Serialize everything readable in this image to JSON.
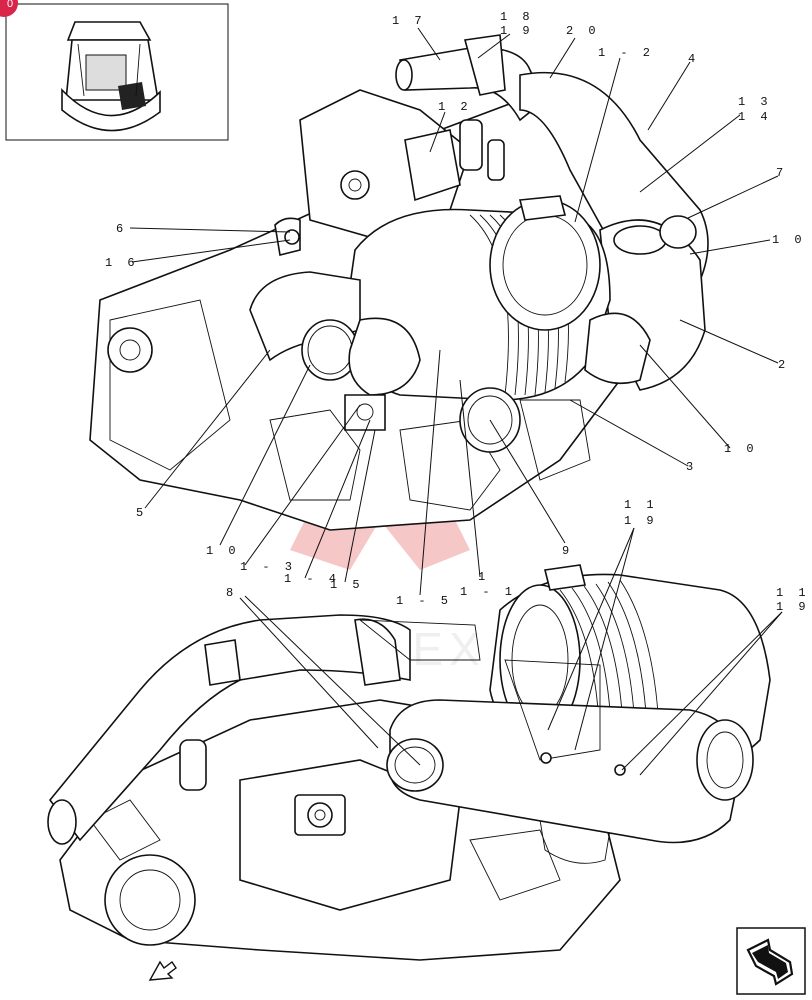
{
  "badge": {
    "label": "0"
  },
  "callouts": [
    {
      "id": "c17",
      "text": "1 7"
    },
    {
      "id": "c18",
      "text": "1 8"
    },
    {
      "id": "c19a",
      "text": "1 9"
    },
    {
      "id": "c20",
      "text": "2 0"
    },
    {
      "id": "c1_2",
      "text": "1 - 2"
    },
    {
      "id": "c4",
      "text": "4"
    },
    {
      "id": "c12",
      "text": "1 2"
    },
    {
      "id": "c13",
      "text": "1 3"
    },
    {
      "id": "c14",
      "text": "1 4"
    },
    {
      "id": "c7",
      "text": "7"
    },
    {
      "id": "c6",
      "text": "6"
    },
    {
      "id": "c10a",
      "text": "1 0"
    },
    {
      "id": "c16",
      "text": "1 6"
    },
    {
      "id": "c2",
      "text": "2"
    },
    {
      "id": "c10b",
      "text": "1 0"
    },
    {
      "id": "c3",
      "text": "3"
    },
    {
      "id": "c5",
      "text": "5"
    },
    {
      "id": "c11a",
      "text": "1 1"
    },
    {
      "id": "c19b",
      "text": "1 9"
    },
    {
      "id": "c10c",
      "text": "1 0"
    },
    {
      "id": "c9",
      "text": "9"
    },
    {
      "id": "c1_3",
      "text": "1 - 3"
    },
    {
      "id": "c1_4",
      "text": "1 - 4"
    },
    {
      "id": "c15",
      "text": "1 5"
    },
    {
      "id": "c1",
      "text": "1"
    },
    {
      "id": "c1_1",
      "text": "1 - 1"
    },
    {
      "id": "c1_5",
      "text": "1 - 5"
    },
    {
      "id": "c8",
      "text": "8"
    },
    {
      "id": "c11b",
      "text": "1 1"
    },
    {
      "id": "c19c",
      "text": "1 9"
    }
  ],
  "watermark": {
    "text": "ИНТЕХ",
    "color": "#e23b3b"
  },
  "icons": [
    "thumbnail-engine-icon",
    "navigation-arrow-icon",
    "direction-arrow-icon"
  ]
}
